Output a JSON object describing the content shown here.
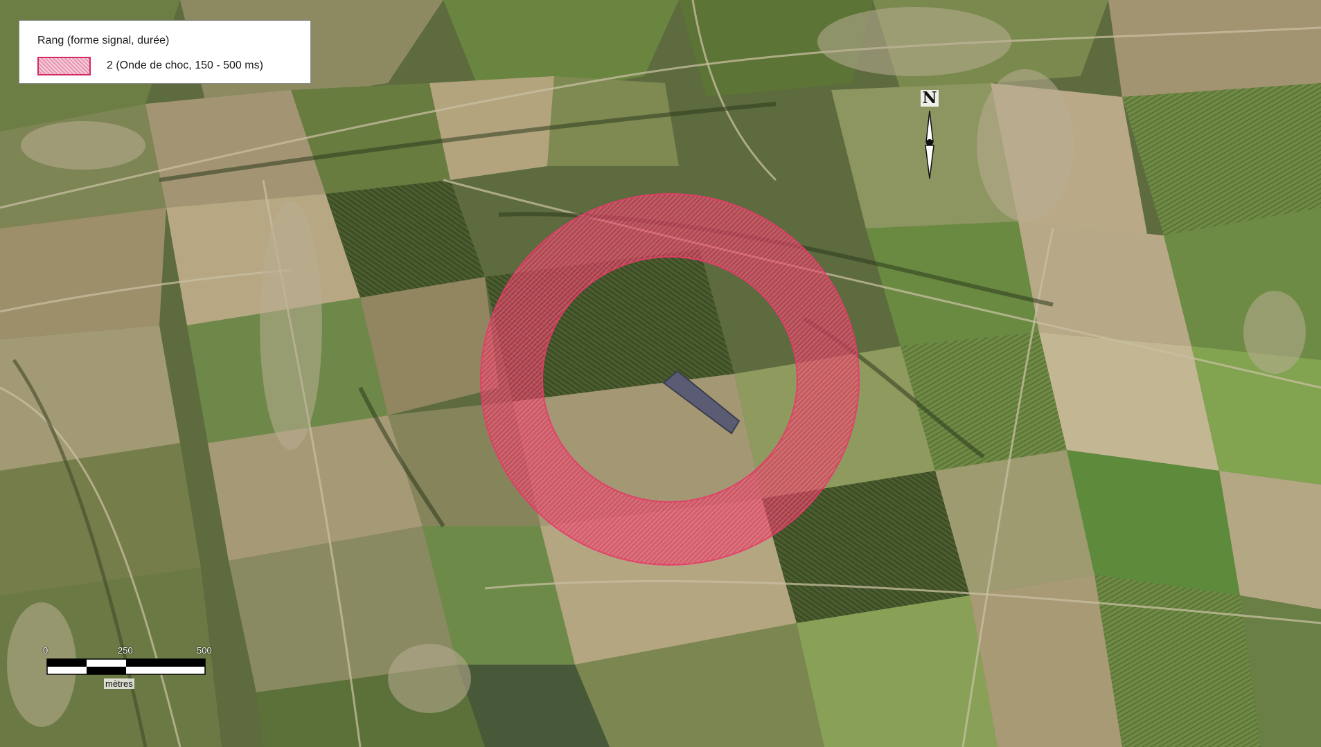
{
  "legend": {
    "title": "Rang (forme signal, durée)",
    "items": [
      {
        "label": "2 (Onde de choc, 150 - 500 ms)",
        "fill_color": "#e894b0",
        "stroke_color": "#d52a5e"
      }
    ]
  },
  "north_arrow": {
    "letter": "N",
    "icon": "north-arrow-icon"
  },
  "scale_bar": {
    "ticks": [
      "0",
      "250",
      "500"
    ],
    "unit": "mètres"
  },
  "overlay": {
    "name": "shock-wave-ring",
    "color": "#e8335f"
  },
  "colors": {
    "field_dark": "#4e5e30",
    "field_green": "#6f8f3a",
    "field_tan": "#a8976e",
    "field_light": "#c2b48f",
    "building": "#595b70"
  }
}
